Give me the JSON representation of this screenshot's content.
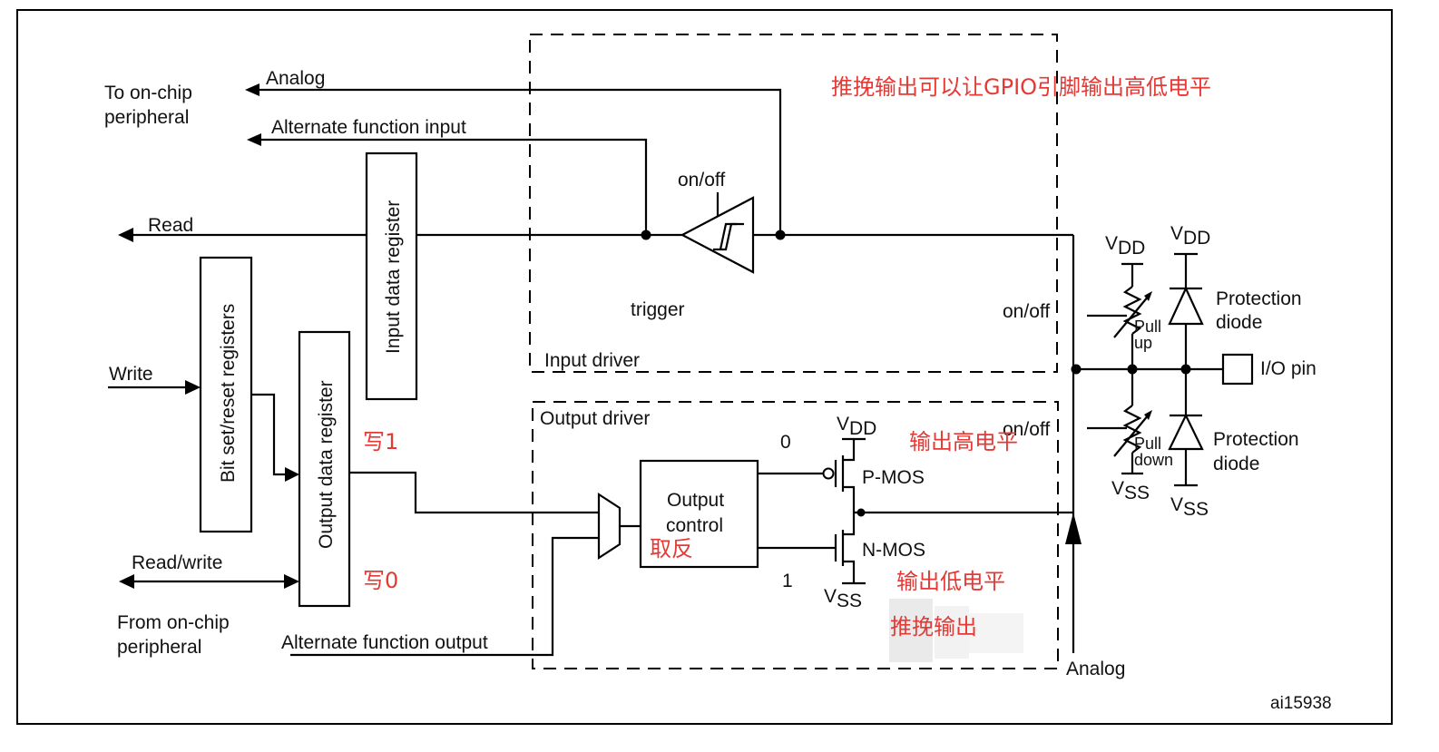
{
  "labels": {
    "to_onchip": [
      "To on-chip",
      "peripheral"
    ],
    "analog_top": "Analog",
    "alt_func_input": "Alternate function input",
    "read": "Read",
    "write": "Write",
    "read_write": "Read/write",
    "from_onchip": [
      "From on-chip",
      "peripheral"
    ],
    "alt_func_output": "Alternate function output",
    "on_off_trigger": "on/off",
    "trigger": "trigger",
    "input_driver": "Input driver",
    "output_driver": "Output driver",
    "on_off_pullup": "on/off",
    "on_off_pulldown": "on/off",
    "pull_up": [
      "Pull",
      "up"
    ],
    "pull_down": [
      "Pull",
      "down"
    ],
    "protection_top": [
      "Protection",
      "diode"
    ],
    "protection_bottom": [
      "Protection",
      "diode"
    ],
    "io_pin": "I/O pin",
    "output_control": [
      "Output",
      "control"
    ],
    "p_mos": "P-MOS",
    "n_mos": "N-MOS",
    "analog_bottom": "Analog",
    "figure_id": "ai15938",
    "input_data_register": "Input data register",
    "bit_set_reset": "Bit set/reset registers",
    "output_data_register": "Output data register",
    "vdd_main": "V",
    "vdd_sub": "DD",
    "vss_main": "V",
    "vss_sub": "SS",
    "logic_0": "0",
    "logic_1": "1"
  },
  "annotations": {
    "push_pull_high_low": "推挽输出可以让GPIO引脚输出高低电平",
    "write_1": "写1",
    "write_0": "写0",
    "invert": "取反",
    "output_high": "输出高电平",
    "output_low": "输出低电平",
    "push_pull_output": "推挽输出"
  },
  "colors": {
    "annotation": "#e53935",
    "line": "#000000"
  }
}
